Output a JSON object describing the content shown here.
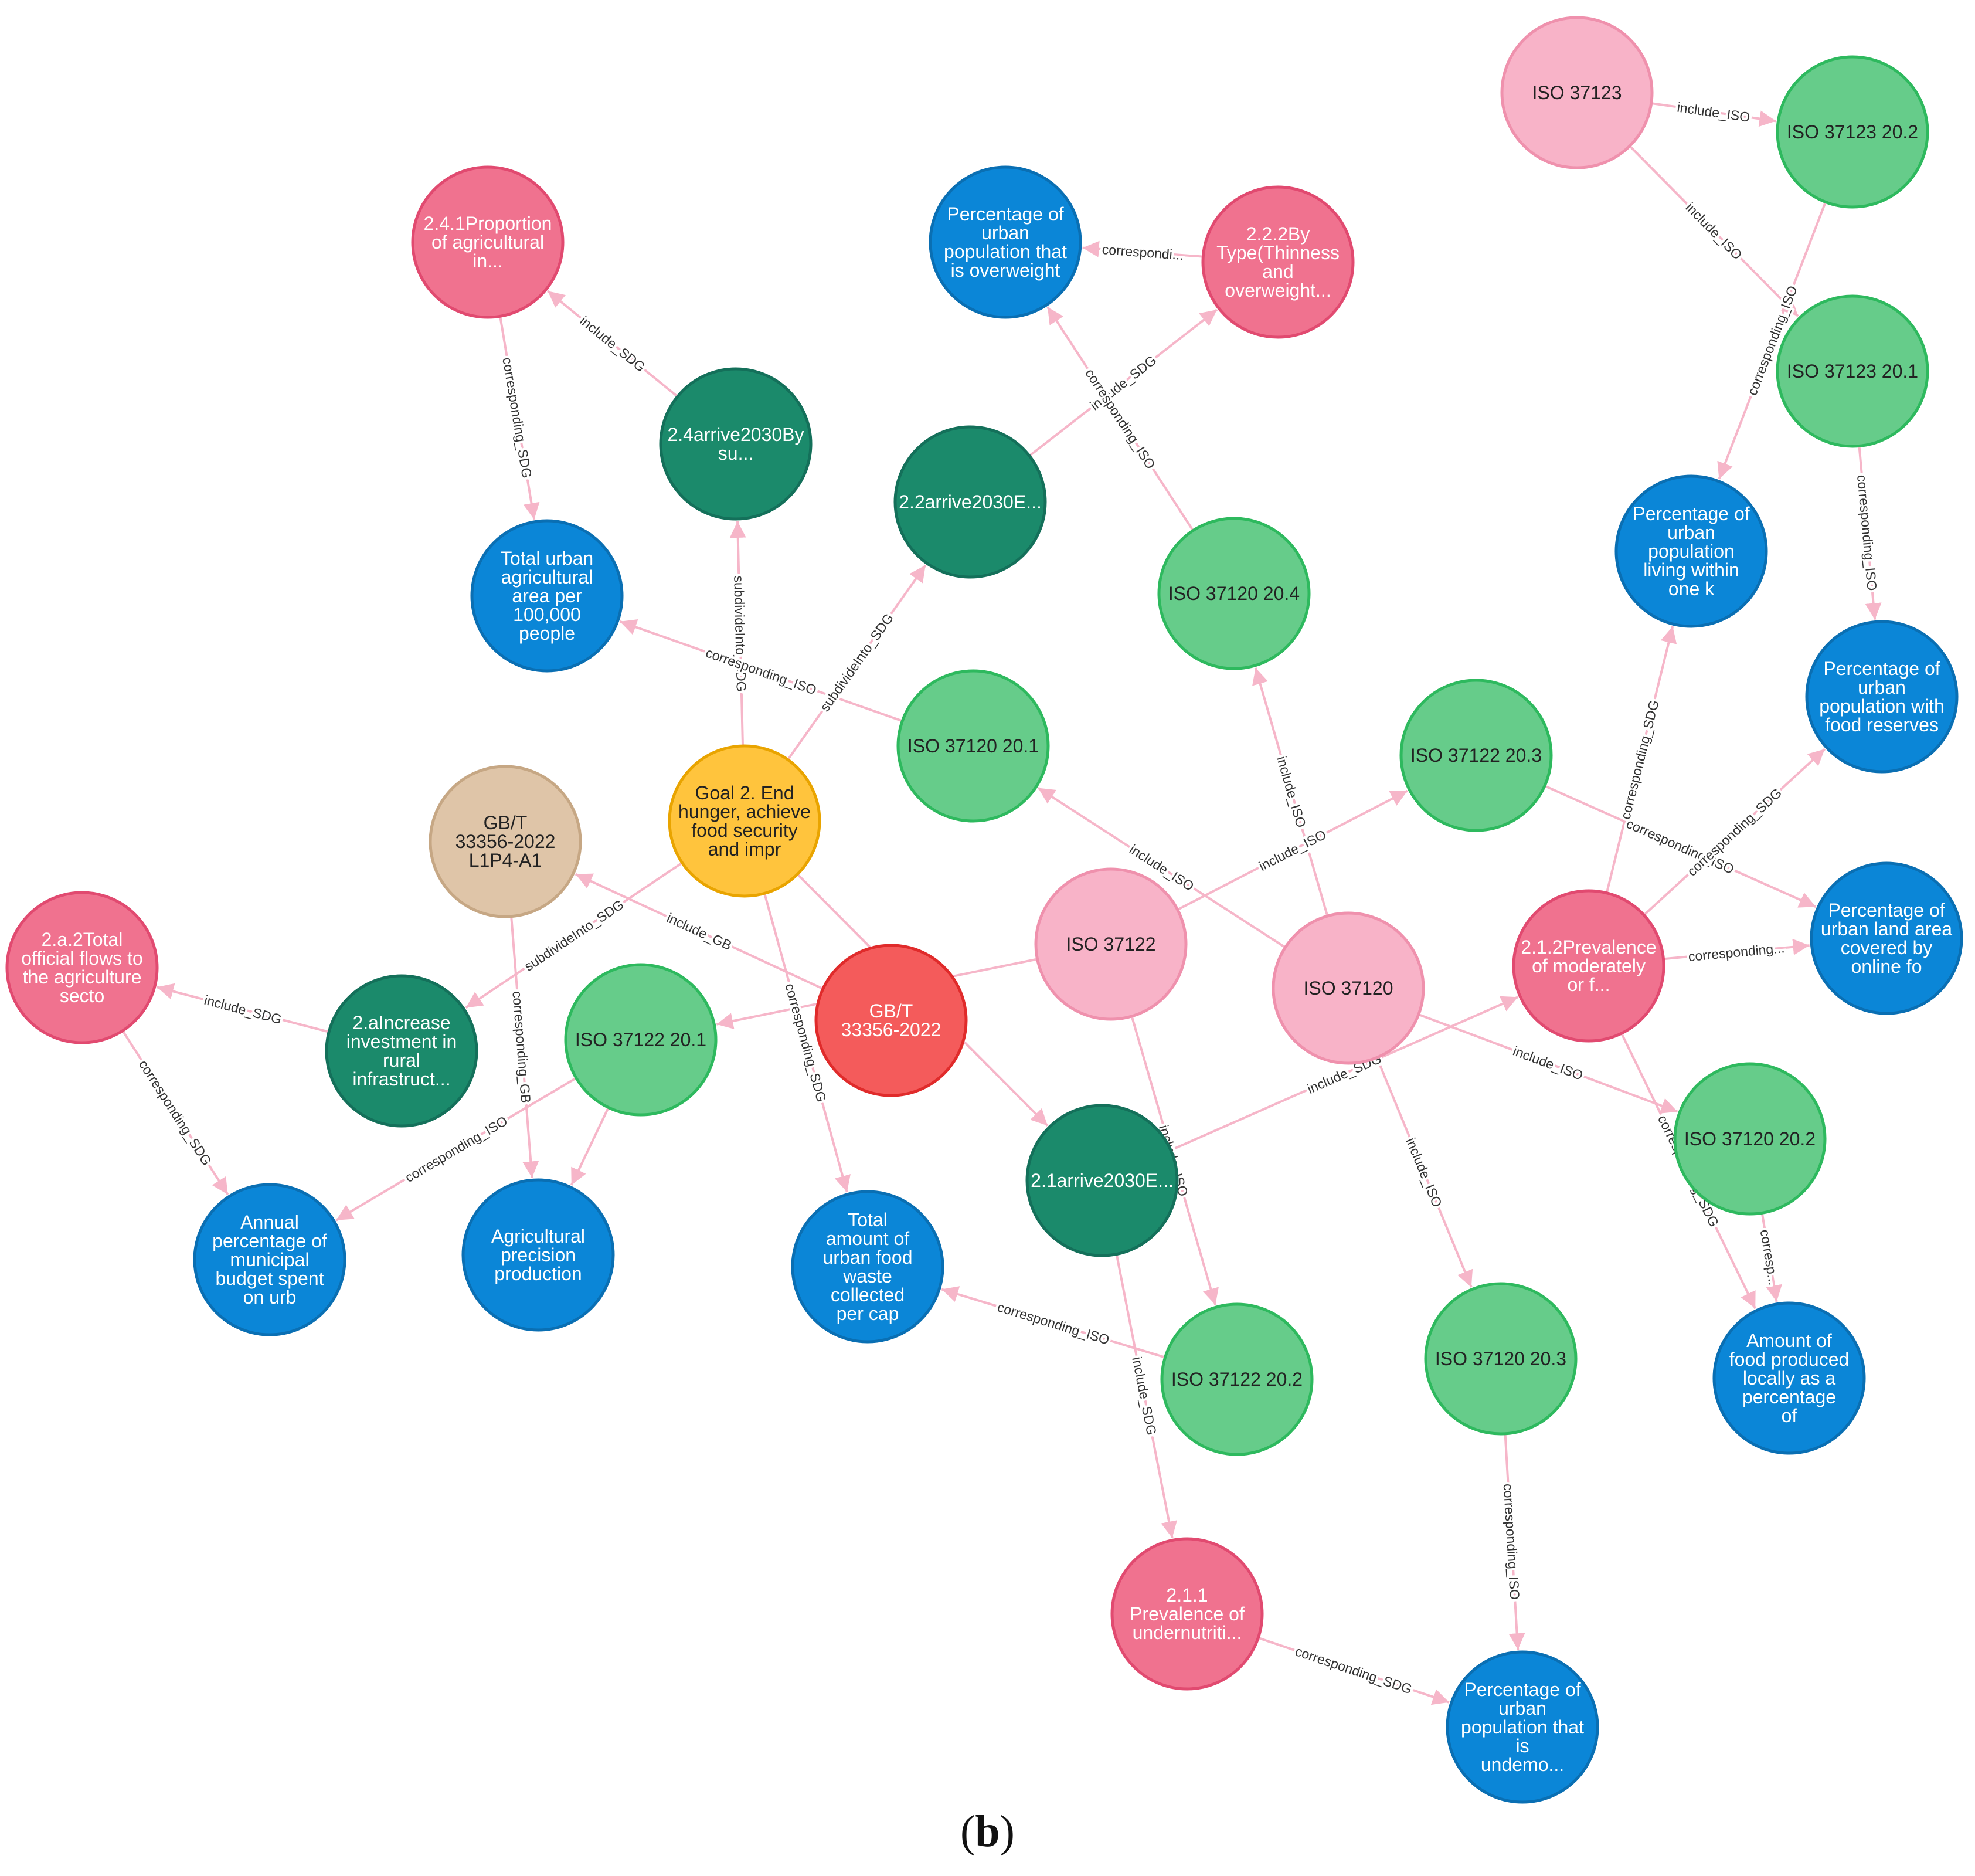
{
  "caption": {
    "open": "(",
    "letter": "b",
    "close": ")"
  },
  "colors": {
    "goal": "#ffc43d",
    "target": "#1b8a6b",
    "sdg_indicator": "#f0728f",
    "iso_standard": "#f8b3c8",
    "iso_indicator": "#66cc8a",
    "gb_standard": "#f45b5b",
    "gb_indicator": "#dfc5a8",
    "city_indicator": "#0b86d7",
    "edge": "#f6b6c9"
  },
  "nodes": [
    {
      "id": "iso37123",
      "type": "iso_standard",
      "lines": [
        "ISO 37123"
      ]
    },
    {
      "id": "iso37123_202",
      "type": "iso_indicator",
      "lines": [
        "ISO 37123 20.2"
      ]
    },
    {
      "id": "iso37123_201",
      "type": "iso_indicator",
      "lines": [
        "ISO 37123 20.1"
      ]
    },
    {
      "id": "sdg241",
      "type": "sdg_indicator",
      "lines": [
        "2.4.1Proportion",
        "of agricultural",
        "in..."
      ]
    },
    {
      "id": "pct_overweight",
      "type": "city_indicator",
      "lines": [
        "Percentage of",
        "urban",
        "population that",
        "is overweight"
      ]
    },
    {
      "id": "sdg222",
      "type": "sdg_indicator",
      "lines": [
        "2.2.2By",
        "Type(Thinness",
        "and",
        "overweight..."
      ]
    },
    {
      "id": "t24",
      "type": "target",
      "lines": [
        "2.4arrive2030By",
        "su..."
      ]
    },
    {
      "id": "t22",
      "type": "target",
      "lines": [
        "2.2arrive2030E..."
      ]
    },
    {
      "id": "total_agri_area",
      "type": "city_indicator",
      "lines": [
        "Total urban",
        "agricultural",
        "area per",
        "100,000",
        "people"
      ]
    },
    {
      "id": "iso37120_204",
      "type": "iso_indicator",
      "lines": [
        "ISO 37120 20.4"
      ]
    },
    {
      "id": "pct_within_1k",
      "type": "city_indicator",
      "lines": [
        "Percentage of",
        "urban",
        "population",
        "living within",
        "one k"
      ]
    },
    {
      "id": "pct_food_reserves",
      "type": "city_indicator",
      "lines": [
        "Percentage of",
        "urban",
        "population with",
        "food reserves"
      ]
    },
    {
      "id": "iso37120_201",
      "type": "iso_indicator",
      "lines": [
        "ISO 37120 20.1"
      ]
    },
    {
      "id": "iso37122_203",
      "type": "iso_indicator",
      "lines": [
        "ISO 37122 20.3"
      ]
    },
    {
      "id": "gbt_l1p4",
      "type": "gb_indicator",
      "lines": [
        "GB/T",
        "33356-2022",
        "L1P4-A1"
      ]
    },
    {
      "id": "goal2",
      "type": "goal",
      "lines": [
        "Goal 2. End",
        "hunger, achieve",
        "food security",
        "and impr"
      ]
    },
    {
      "id": "sdg2a2",
      "type": "sdg_indicator",
      "lines": [
        "2.a.2Total",
        "official flows to",
        "the agriculture",
        "secto"
      ]
    },
    {
      "id": "iso37122",
      "type": "iso_standard",
      "lines": [
        "ISO 37122"
      ]
    },
    {
      "id": "iso37120",
      "type": "iso_standard",
      "lines": [
        "ISO 37120"
      ]
    },
    {
      "id": "sdg212",
      "type": "sdg_indicator",
      "lines": [
        "2.1.2Prevalence",
        "of moderately",
        "or f..."
      ]
    },
    {
      "id": "pct_land_online",
      "type": "city_indicator",
      "lines": [
        "Percentage of",
        "urban land area",
        "covered by",
        "online fo"
      ]
    },
    {
      "id": "t2a",
      "type": "target",
      "lines": [
        "2.aIncrease",
        "investment in",
        "rural",
        "infrastruct..."
      ]
    },
    {
      "id": "iso37122_201",
      "type": "iso_indicator",
      "lines": [
        "ISO 37122 20.1"
      ]
    },
    {
      "id": "gbt",
      "type": "gb_standard",
      "lines": [
        "GB/T",
        "33356-2022"
      ]
    },
    {
      "id": "iso37120_202",
      "type": "iso_indicator",
      "lines": [
        "ISO 37120 20.2"
      ]
    },
    {
      "id": "t21",
      "type": "target",
      "lines": [
        "2.1arrive2030E..."
      ]
    },
    {
      "id": "annual_budget",
      "type": "city_indicator",
      "lines": [
        "Annual",
        "percentage of",
        "municipal",
        "budget spent",
        "on urb"
      ]
    },
    {
      "id": "agri_precision",
      "type": "city_indicator",
      "lines": [
        "Agricultural",
        "precision",
        "production"
      ]
    },
    {
      "id": "food_waste",
      "type": "city_indicator",
      "lines": [
        "Total",
        "amount of",
        "urban food",
        "waste",
        "collected",
        "per cap"
      ]
    },
    {
      "id": "iso37122_202",
      "type": "iso_indicator",
      "lines": [
        "ISO 37122 20.2"
      ]
    },
    {
      "id": "iso37120_203",
      "type": "iso_indicator",
      "lines": [
        "ISO 37120 20.3"
      ]
    },
    {
      "id": "food_local",
      "type": "city_indicator",
      "lines": [
        "Amount of",
        "food produced",
        "locally as a",
        "percentage",
        "of"
      ]
    },
    {
      "id": "sdg211",
      "type": "sdg_indicator",
      "lines": [
        "2.1.1",
        "Prevalence of",
        "undernutriti..."
      ]
    },
    {
      "id": "pct_undernourished",
      "type": "city_indicator",
      "lines": [
        "Percentage of",
        "urban",
        "population that",
        "is",
        "undemo..."
      ]
    }
  ],
  "edges": [
    {
      "from": "iso37123",
      "to": "iso37123_202",
      "label": "include_ISO"
    },
    {
      "from": "iso37123",
      "to": "iso37123_201",
      "label": "include_ISO"
    },
    {
      "from": "iso37123_202",
      "to": "pct_within_1k",
      "label": "corresponding_ISO"
    },
    {
      "from": "iso37123_201",
      "to": "pct_food_reserves",
      "label": "corresponding_ISO"
    },
    {
      "from": "sdg222",
      "to": "pct_overweight",
      "label": "correspondi..."
    },
    {
      "from": "t22",
      "to": "sdg222",
      "label": "include_SDG"
    },
    {
      "from": "iso37120_204",
      "to": "pct_overweight",
      "label": "corresponding_ISO"
    },
    {
      "from": "t24",
      "to": "sdg241",
      "label": "include_SDG"
    },
    {
      "from": "sdg241",
      "to": "total_agri_area",
      "label": "corresponding_SDG"
    },
    {
      "from": "goal2",
      "to": "t24",
      "label": "subdivideInto_SDG"
    },
    {
      "from": "goal2",
      "to": "t22",
      "label": "subdivideInto_SDG"
    },
    {
      "from": "goal2",
      "to": "t2a",
      "label": "subdivideInto_SDG"
    },
    {
      "from": "goal2",
      "to": "t21",
      "label": "subdivideInto_SDG"
    },
    {
      "from": "iso37120_201",
      "to": "total_agri_area",
      "label": "corresponding_ISO"
    },
    {
      "from": "iso37120",
      "to": "iso37120_204",
      "label": "include_ISO"
    },
    {
      "from": "iso37120",
      "to": "iso37120_201",
      "label": "include_ISO"
    },
    {
      "from": "iso37120",
      "to": "iso37120_202",
      "label": "include_ISO"
    },
    {
      "from": "iso37120",
      "to": "iso37120_203",
      "label": "include_ISO"
    },
    {
      "from": "iso37122",
      "to": "iso37122_203",
      "label": "include_ISO"
    },
    {
      "from": "iso37122",
      "to": "iso37122_201",
      "label": ""
    },
    {
      "from": "iso37122",
      "to": "iso37122_202",
      "label": "include_ISO"
    },
    {
      "from": "iso37122_203",
      "to": "pct_land_online",
      "label": "corresponding_ISO"
    },
    {
      "from": "sdg212",
      "to": "pct_within_1k",
      "label": "corresponding_SDG"
    },
    {
      "from": "sdg212",
      "to": "pct_food_reserves",
      "label": "corresponding_SDG"
    },
    {
      "from": "sdg212",
      "to": "pct_land_online",
      "label": "corresponding..."
    },
    {
      "from": "sdg212",
      "to": "food_local",
      "label": "corresponding_SDG"
    },
    {
      "from": "t21",
      "to": "sdg212",
      "label": "include_SDG"
    },
    {
      "from": "t21",
      "to": "sdg211",
      "label": "include_SDG"
    },
    {
      "from": "iso37120_202",
      "to": "food_local",
      "label": "corresp..."
    },
    {
      "from": "gbt",
      "to": "gbt_l1p4",
      "label": "include_GB"
    },
    {
      "from": "gbt_l1p4",
      "to": "agri_precision",
      "label": "corresponding_GB"
    },
    {
      "from": "t2a",
      "to": "sdg2a2",
      "label": "include_SDG"
    },
    {
      "from": "sdg2a2",
      "to": "annual_budget",
      "label": "corresponding_SDG"
    },
    {
      "from": "iso37122_201",
      "to": "annual_budget",
      "label": "corresponding_ISO"
    },
    {
      "from": "iso37122_201",
      "to": "agri_precision",
      "label": ""
    },
    {
      "from": "goal2",
      "to": "food_waste",
      "label": "corresponding_SDG"
    },
    {
      "from": "iso37122_202",
      "to": "food_waste",
      "label": "corresponding_ISO"
    },
    {
      "from": "sdg211",
      "to": "pct_undernourished",
      "label": "corresponding_SDG"
    },
    {
      "from": "iso37120_203",
      "to": "pct_undernourished",
      "label": "corresponding_ISO"
    }
  ]
}
